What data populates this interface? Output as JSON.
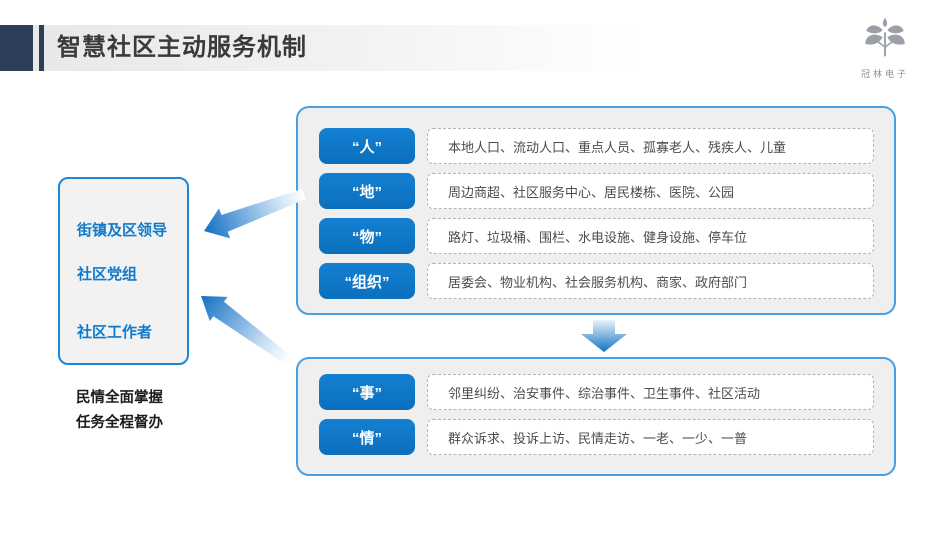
{
  "header": {
    "title": "智慧社区主动服务机制"
  },
  "logo": {
    "icon": "tree-logo-icon",
    "text": "冠林电子"
  },
  "left_panel": {
    "items": [
      "街镇及区领导",
      "社区党组",
      "社区工作者"
    ],
    "caption_line1": "民情全面掌握",
    "caption_line2": "任务全程督办"
  },
  "top_panel": {
    "rows": [
      {
        "label": "“人”",
        "desc": "本地人口、流动人口、重点人员、孤寡老人、残疾人、儿童"
      },
      {
        "label": "“地”",
        "desc": "周边商超、社区服务中心、居民楼栋、医院、公园"
      },
      {
        "label": "“物”",
        "desc": "路灯、垃圾桶、围栏、水电设施、健身设施、停车位"
      },
      {
        "label": "“组织”",
        "desc": "居委会、物业机构、社会服务机构、商家、政府部门"
      }
    ]
  },
  "bottom_panel": {
    "rows": [
      {
        "label": "“事”",
        "desc": "邻里纠纷、治安事件、综治事件、卫生事件、社区活动"
      },
      {
        "label": "“情”",
        "desc": "群众诉求、投诉上访、民情走访、一老、一少、一普"
      }
    ]
  },
  "colors": {
    "accent_blue": "#0e78c8",
    "panel_border_blue": "#4aa0de",
    "arrow_blue": "#1470c4",
    "navy": "#2d3e59",
    "panel_bg": "#efefef"
  }
}
